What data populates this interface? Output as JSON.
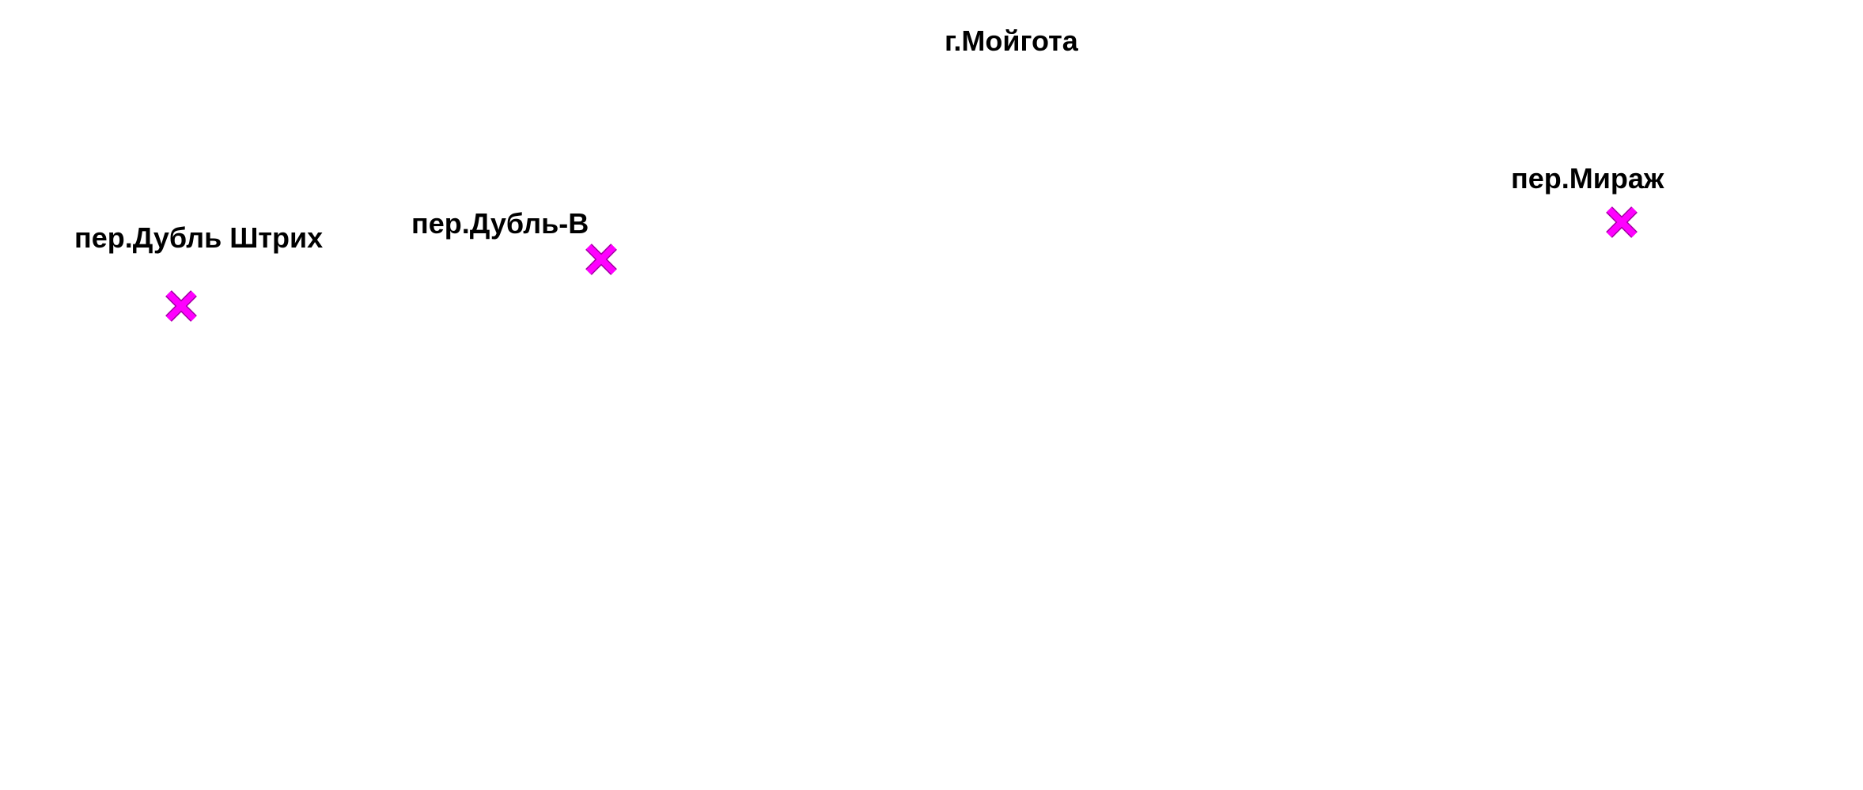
{
  "map": {
    "title": "г.Мойгота",
    "marker_color": "#ff00ff",
    "marker_outline_color": "#a000a0",
    "marker_icon": "x-cross-icon",
    "places": [
      {
        "id": "dubl-shtrih",
        "label": "пер.Дубль Штрих"
      },
      {
        "id": "dubl-v",
        "label": "пер.Дубль-В"
      },
      {
        "id": "mirazh",
        "label": "пер.Мираж"
      }
    ]
  }
}
